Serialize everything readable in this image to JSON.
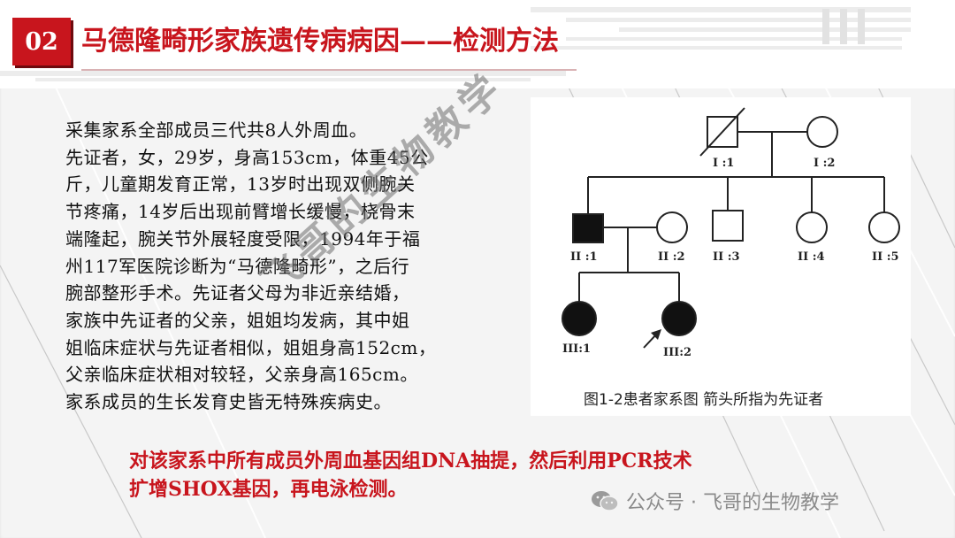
{
  "header": {
    "section_number": "02",
    "title": "马德隆畸形家族遗传病病因——检测方法"
  },
  "body": {
    "lines": [
      "采集家系全部成员三代共8人外周血。",
      "先证者，女，29岁，身高153cm，体重45公",
      "斤，儿童期发育正常，13岁时出现双侧腕关",
      "节疼痛，14岁后出现前臂增长缓慢，桡骨末",
      "端隆起，腕关节外展轻度受限，1994年于福",
      "州117军医院诊断为“马德隆畸形”，之后行",
      "腕部整形手术。先证者父母为非近亲结婚，",
      "家族中先证者的父亲，姐姐均发病，其中姐",
      "姐临床症状与先证者相似，姐姐身高152cm，",
      "父亲临床症状相对较轻，父亲身高165cm。",
      "家系成员的生长发育史皆无特殊疾病史。"
    ]
  },
  "method": {
    "lines": [
      "对该家系中所有成员外周血基因组DNA抽提，然后利用PCR技术",
      "扩增SHOX基因，再电泳检测。"
    ]
  },
  "pedigree": {
    "labels": {
      "I1": "I :1",
      "I2": "I :2",
      "II1": "II :1",
      "II2": "II :2",
      "II3": "II :3",
      "II4": "II :4",
      "II5": "II :5",
      "III1": "III:1",
      "III2": "III:2"
    },
    "caption": "图1-2患者家系图 箭头所指为先证者"
  },
  "watermark": {
    "text": "飞哥的生物教学"
  },
  "footer": {
    "account": "公众号 · 飞哥的生物教学"
  },
  "colors": {
    "accent": "#c8151d",
    "panel": "#f4f4f4"
  }
}
